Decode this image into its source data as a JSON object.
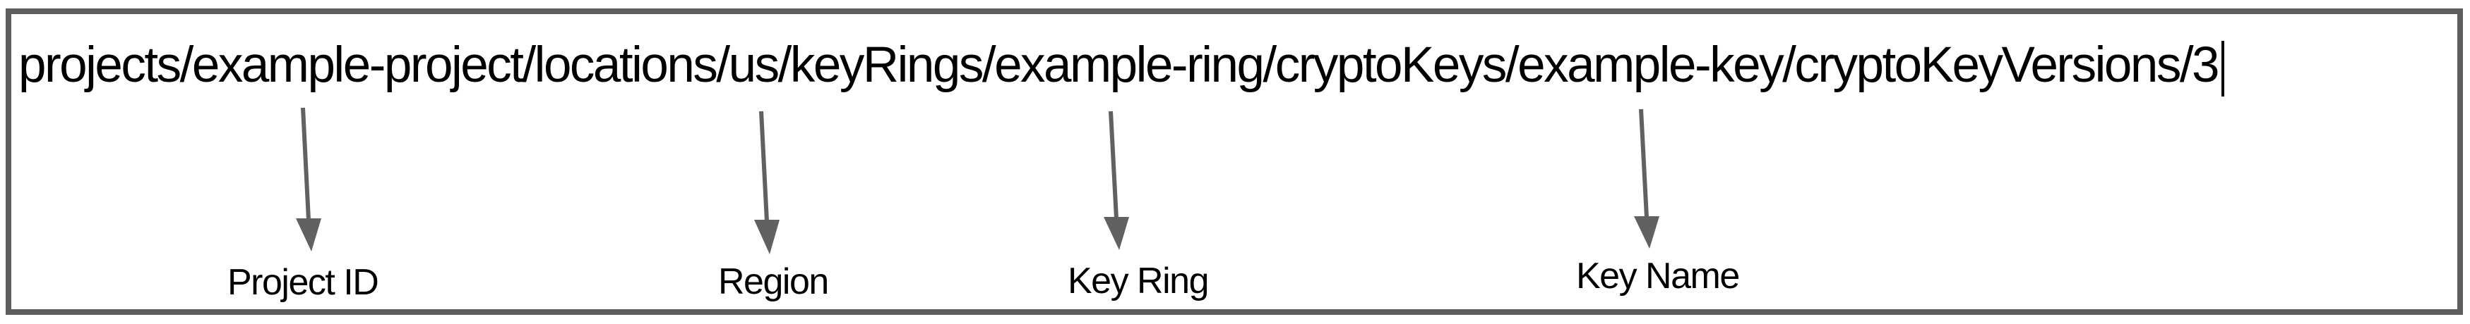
{
  "diagram": {
    "resource_path": "projects/example-project/locations/us/keyRings/example-ring/cryptoKeys/example-key/cryptoKeyVersions/3",
    "annotations": [
      {
        "label": "Project ID",
        "points_to_segment": "example-project"
      },
      {
        "label": "Region",
        "points_to_segment": "us"
      },
      {
        "label": "Key Ring",
        "points_to_segment": "example-ring"
      },
      {
        "label": "Key Name",
        "points_to_segment": "example-key"
      }
    ],
    "colors": {
      "arrow": "#616161",
      "frame_border": "#5e5e5e",
      "text": "#000000"
    }
  }
}
